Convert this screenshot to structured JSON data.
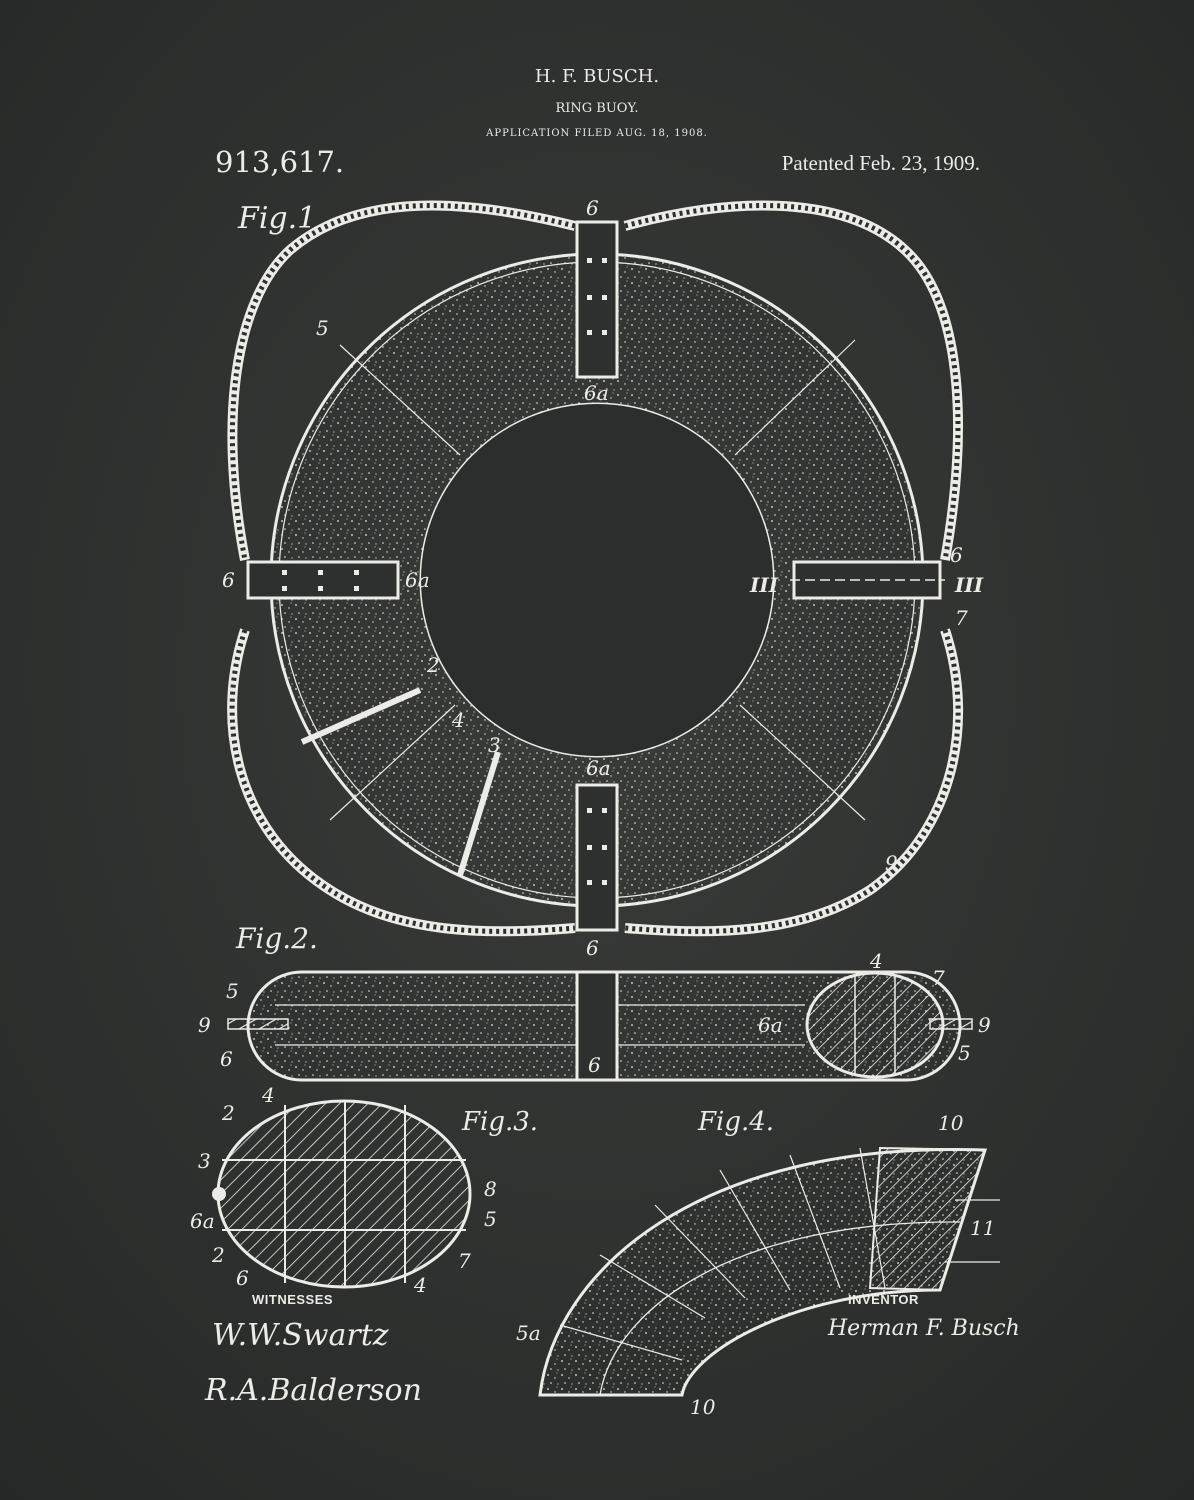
{
  "header": {
    "inventor_name": "H. F. BUSCH.",
    "title": "RING BUOY.",
    "application": "APPLICATION FILED AUG. 18, 1908.",
    "patent_number": "913,617.",
    "patented": "Patented Feb. 23, 1909."
  },
  "figures": {
    "fig1": "Fig.1.",
    "fig2": "Fig.2.",
    "fig3": "Fig.3.",
    "fig4": "Fig.4."
  },
  "labels": {
    "fig1": [
      "6",
      "6a",
      "5",
      "6",
      "6a",
      "III",
      "III",
      "6",
      "7",
      "2",
      "4",
      "3",
      "6a",
      "9",
      "6"
    ],
    "fig2": [
      "4",
      "7",
      "5",
      "9",
      "6",
      "6a",
      "9",
      "5",
      "6"
    ],
    "fig3": [
      "4",
      "2",
      "3",
      "6a",
      "2",
      "6",
      "4",
      "7",
      "8",
      "5"
    ],
    "fig4": [
      "10",
      "11",
      "5a",
      "10"
    ]
  },
  "footer": {
    "witnesses_label": "WITNESSES",
    "inventor_label": "INVENTOR",
    "witness_sig_1": "W.W.Swartz",
    "witness_sig_2": "R.A.Balderson",
    "inventor_sig": "Herman F. Busch"
  },
  "colors": {
    "background": "#2e302f",
    "ink": "#ecece6"
  }
}
